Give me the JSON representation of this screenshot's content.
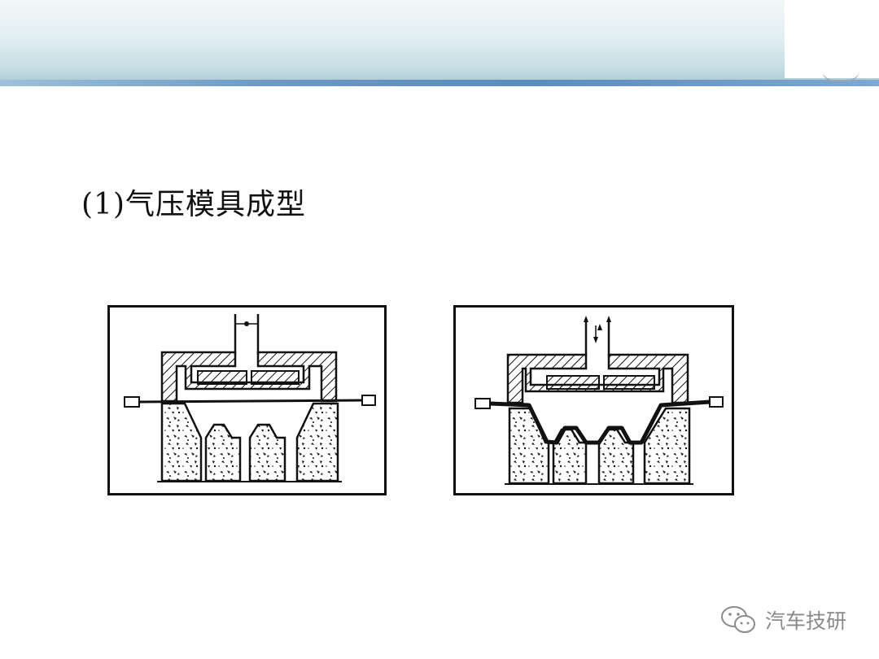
{
  "slide": {
    "title": "(1)气压模具成型"
  },
  "figures": [
    {
      "name": "before-forming"
    },
    {
      "name": "after-forming"
    }
  ],
  "watermark": {
    "text": "汽车技研",
    "icon": "wechat-icon"
  }
}
